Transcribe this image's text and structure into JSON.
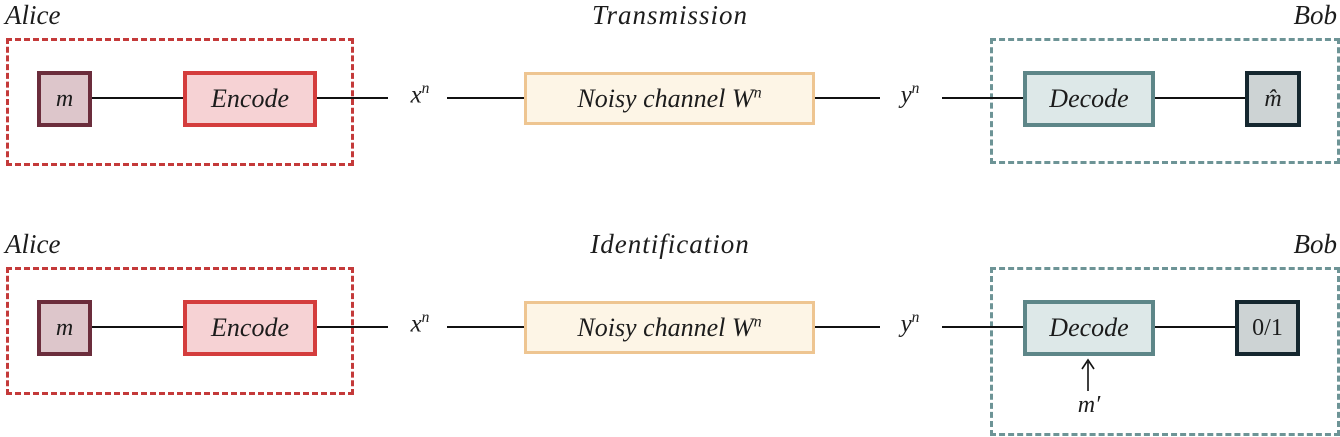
{
  "colors": {
    "alice_dashed": "#c43a3a",
    "bob_dashed": "#6d9496",
    "m_border": "#6b2d3c",
    "m_fill": "#ddc6cb",
    "encode_border": "#d43d3d",
    "encode_fill": "#f6d2d4",
    "channel_border": "#eec591",
    "channel_fill": "#fdf5e6",
    "decode_border": "#5d8688",
    "decode_fill": "#dde8e8",
    "output_border": "#15272f",
    "output_fill": "#cdd3d4",
    "line": "#111111",
    "text": "#1c1c1c"
  },
  "transmission": {
    "title": "Transmission",
    "alice_label": "Alice",
    "bob_label": "Bob",
    "message_label": "m",
    "encode_label": "Encode",
    "x_base": "x",
    "x_sup": "n",
    "channel_base": "Noisy channel W",
    "channel_sup": "n",
    "y_base": "y",
    "y_sup": "n",
    "decode_label": "Decode",
    "output_label": "m̂"
  },
  "identification": {
    "title": "Identification",
    "alice_label": "Alice",
    "bob_label": "Bob",
    "message_label": "m",
    "encode_label": "Encode",
    "x_base": "x",
    "x_sup": "n",
    "channel_base": "Noisy channel W",
    "channel_sup": "n",
    "y_base": "y",
    "y_sup": "n",
    "decode_label": "Decode",
    "output_label": "0/1",
    "feedback_label": "m′"
  }
}
